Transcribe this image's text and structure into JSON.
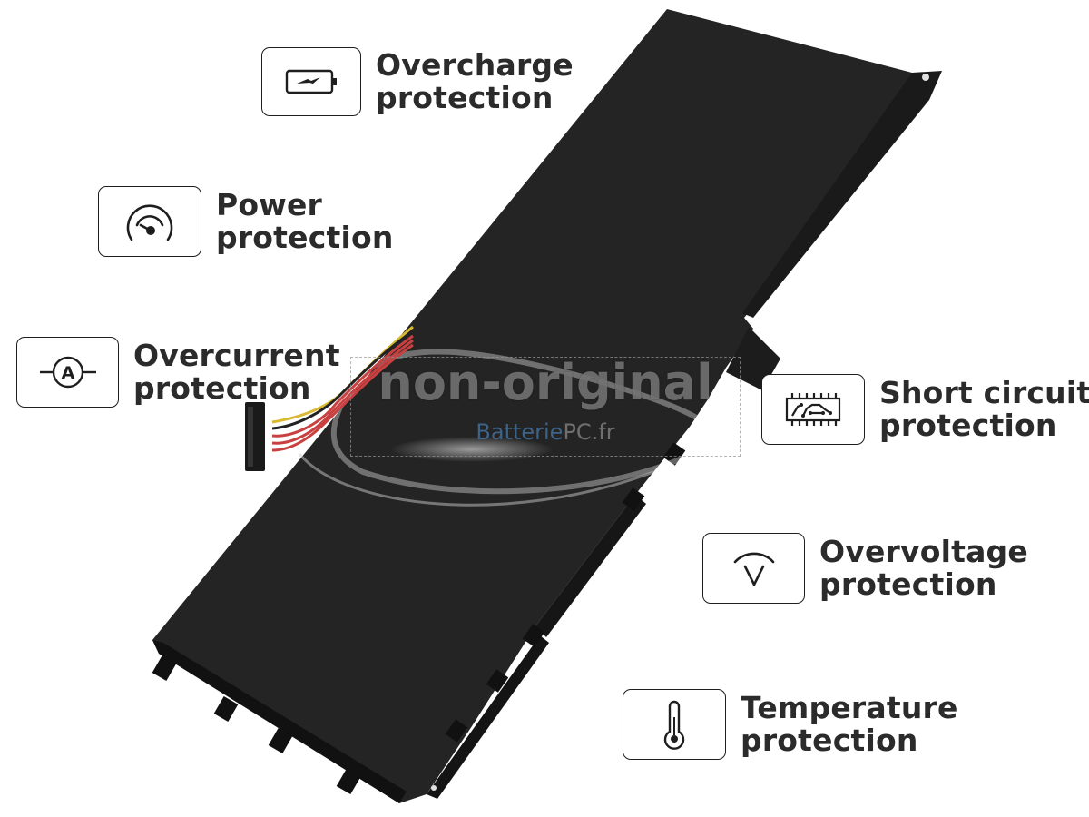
{
  "features": [
    {
      "id": "overcharge",
      "icon": "battery-charge-icon",
      "line1": "Overcharge",
      "line2": "protection"
    },
    {
      "id": "power",
      "icon": "gauge-icon",
      "line1": "Power",
      "line2": "protection"
    },
    {
      "id": "overcurrent",
      "icon": "ammeter-icon",
      "line1": "Overcurrent",
      "line2": "protection"
    },
    {
      "id": "short-circuit",
      "icon": "circuit-chip-icon",
      "line1": "Short circuit",
      "line2": "protection"
    },
    {
      "id": "overvoltage",
      "icon": "voltage-icon",
      "line1": "Overvoltage",
      "line2": "protection"
    },
    {
      "id": "temperature",
      "icon": "thermometer-icon",
      "line1": "Temperature",
      "line2": "protection"
    }
  ],
  "watermark": {
    "main": "non-original",
    "brand_part1": "Batterie",
    "brand_part2": "PC.fr"
  },
  "colors": {
    "text": "#2b2b2b",
    "battery": "#222222",
    "brand_blue": "#4678aa"
  }
}
